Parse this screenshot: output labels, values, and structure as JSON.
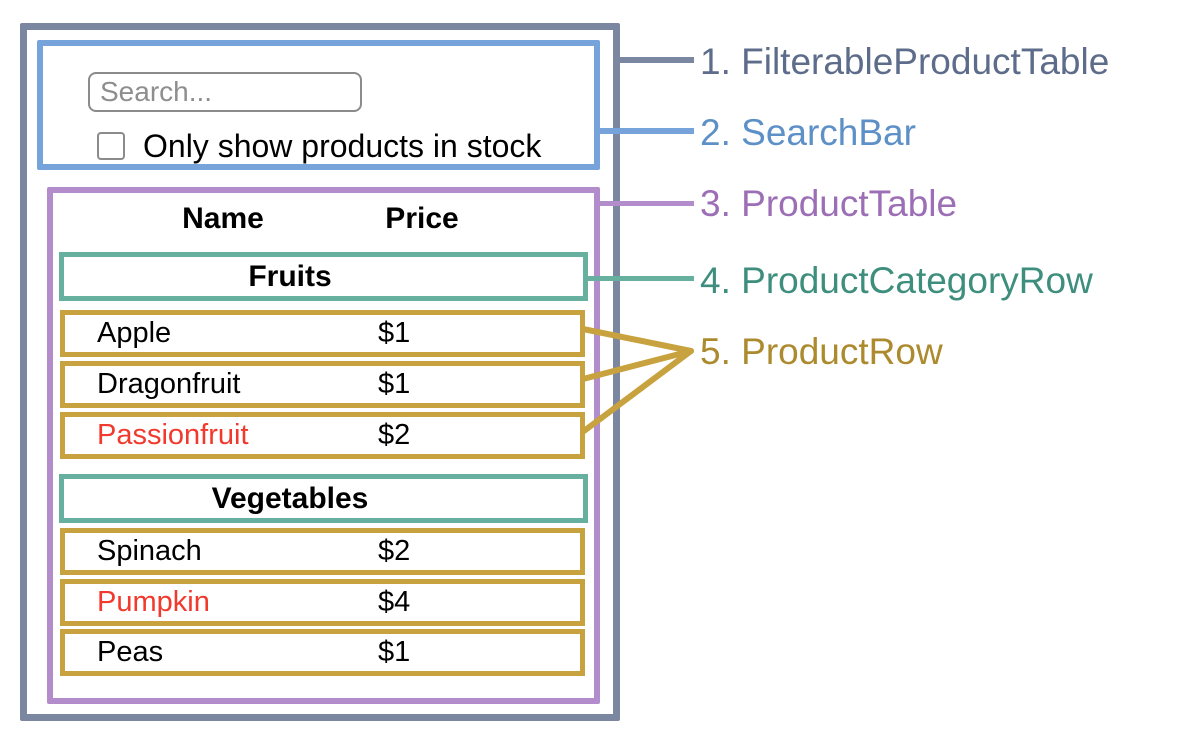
{
  "diagram_title": "React component hierarchy diagram (FilterableProductTable example)",
  "colors": {
    "filterable_product_table": "#7b87a0",
    "search_bar": "#76a3d9",
    "product_table": "#b28ccb",
    "product_category_row": "#67b0a0",
    "product_row": "#c8a23e",
    "out_of_stock_text": "#f1392d",
    "legend_1": "#5d6c8a",
    "legend_2": "#5e90c8",
    "legend_3": "#9c6eb6",
    "legend_4": "#3e8e7d",
    "legend_5": "#ac8a2e"
  },
  "search_bar": {
    "input_placeholder": "Search...",
    "input_value": "",
    "checkbox_checked": false,
    "checkbox_label": "Only show products in stock"
  },
  "table": {
    "headers": {
      "name": "Name",
      "price": "Price"
    },
    "categories": [
      {
        "name": "Fruits",
        "products": [
          {
            "name": "Apple",
            "price": "$1",
            "in_stock": true
          },
          {
            "name": "Dragonfruit",
            "price": "$1",
            "in_stock": true
          },
          {
            "name": "Passionfruit",
            "price": "$2",
            "in_stock": false
          }
        ]
      },
      {
        "name": "Vegetables",
        "products": [
          {
            "name": "Spinach",
            "price": "$2",
            "in_stock": true
          },
          {
            "name": "Pumpkin",
            "price": "$4",
            "in_stock": false
          },
          {
            "name": "Peas",
            "price": "$1",
            "in_stock": true
          }
        ]
      }
    ]
  },
  "legend": [
    {
      "label": "1. FilterableProductTable"
    },
    {
      "label": "2. SearchBar"
    },
    {
      "label": "3. ProductTable"
    },
    {
      "label": "4. ProductCategoryRow"
    },
    {
      "label": "5. ProductRow"
    }
  ]
}
